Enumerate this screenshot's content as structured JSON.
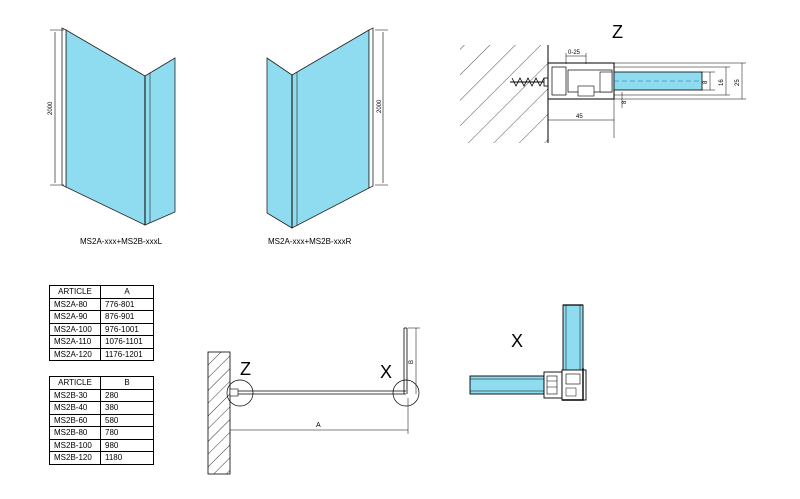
{
  "colors": {
    "glass": "#8fdcf0",
    "line": "#000000",
    "panel_stroke": "#222222"
  },
  "panels": {
    "left": {
      "height": "2000",
      "caption": "MS2A-xxx+MS2B-xxxL"
    },
    "right": {
      "height": "2000",
      "caption": "MS2A-xxx+MS2B-xxxR"
    }
  },
  "detail_z": {
    "label": "Z",
    "dims": {
      "adjust": "0-25",
      "glass_t": "8",
      "profile_in": "16",
      "profile_out": "25",
      "depth": "45",
      "gap": "8"
    }
  },
  "detail_x": {
    "label": "X"
  },
  "plan": {
    "label_z": "Z",
    "label_x": "X",
    "dim_a": "A",
    "dim_b": "B"
  },
  "table_a": {
    "headers": [
      "ARTICLE",
      "A"
    ],
    "rows": [
      [
        "MS2A-80",
        "776-801"
      ],
      [
        "MS2A-90",
        "876-901"
      ],
      [
        "MS2A-100",
        "976-1001"
      ],
      [
        "MS2A-110",
        "1076-1101"
      ],
      [
        "MS2A-120",
        "1176-1201"
      ]
    ]
  },
  "table_b": {
    "headers": [
      "ARTICLE",
      "B"
    ],
    "rows": [
      [
        "MS2B-30",
        "280"
      ],
      [
        "MS2B-40",
        "380"
      ],
      [
        "MS2B-60",
        "580"
      ],
      [
        "MS2B-80",
        "780"
      ],
      [
        "MS2B-100",
        "980"
      ],
      [
        "MS2B-120",
        "1180"
      ]
    ]
  }
}
